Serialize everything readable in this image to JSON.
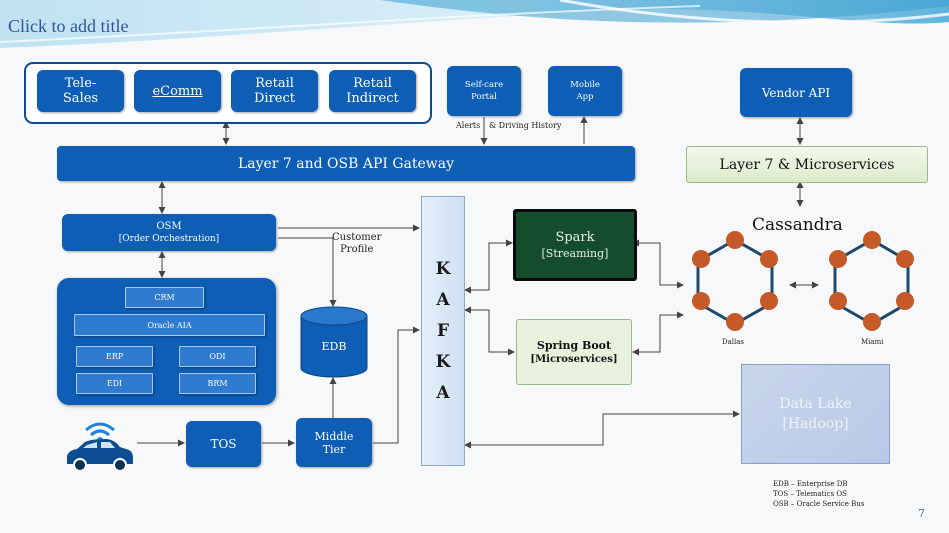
{
  "slide": {
    "title": "Click to add title",
    "page_number": "7"
  },
  "channels": [
    "Tele-\nSales",
    "eComm",
    "Retail\nDirect",
    "Retail\nIndirect"
  ],
  "self_care_portal": "Self-care\nPortal",
  "mobile_app": "Mobile\nApp",
  "alerts_label": "Alerts",
  "driving_history_label": "& Driving History",
  "gateway": "Layer 7 and  OSB API Gateway",
  "vendor_api": "Vendor API",
  "microservices_layer": "Layer 7 & Microservices",
  "cassandra": "Cassandra",
  "osm": {
    "title": "OSM",
    "subtitle": "[Order Orchestration]"
  },
  "customer_profile": "Customer\nProfile",
  "oracle_stack": {
    "crm": "CRM",
    "oracle_aia": "Oracle AIA",
    "erp": "ERP",
    "odi": "ODI",
    "edi": "EDI",
    "brm": "BRM"
  },
  "edb": "EDB",
  "kafka_letters": [
    "K",
    "A",
    "F",
    "K",
    "A"
  ],
  "spark": {
    "title": "Spark",
    "subtitle": "[Streaming]"
  },
  "spring_boot": {
    "title": "Spring Boot",
    "subtitle": "[Microservices]"
  },
  "dallas": "Dallas",
  "miami": "Miami",
  "tos": "TOS",
  "middle_tier": "Middle\nTier",
  "data_lake": {
    "title": "Data Lake",
    "subtitle": "[Hadoop]"
  },
  "legend": [
    "EDB – Enterprise DB",
    "TOS – Telematics OS",
    "OSB – Oracle Service Bus"
  ],
  "colors": {
    "box_blue": "#0d5eb4",
    "spark_green": "#134d2e",
    "light_green": "#e8f2dc",
    "title_blue": "#2f5597"
  }
}
